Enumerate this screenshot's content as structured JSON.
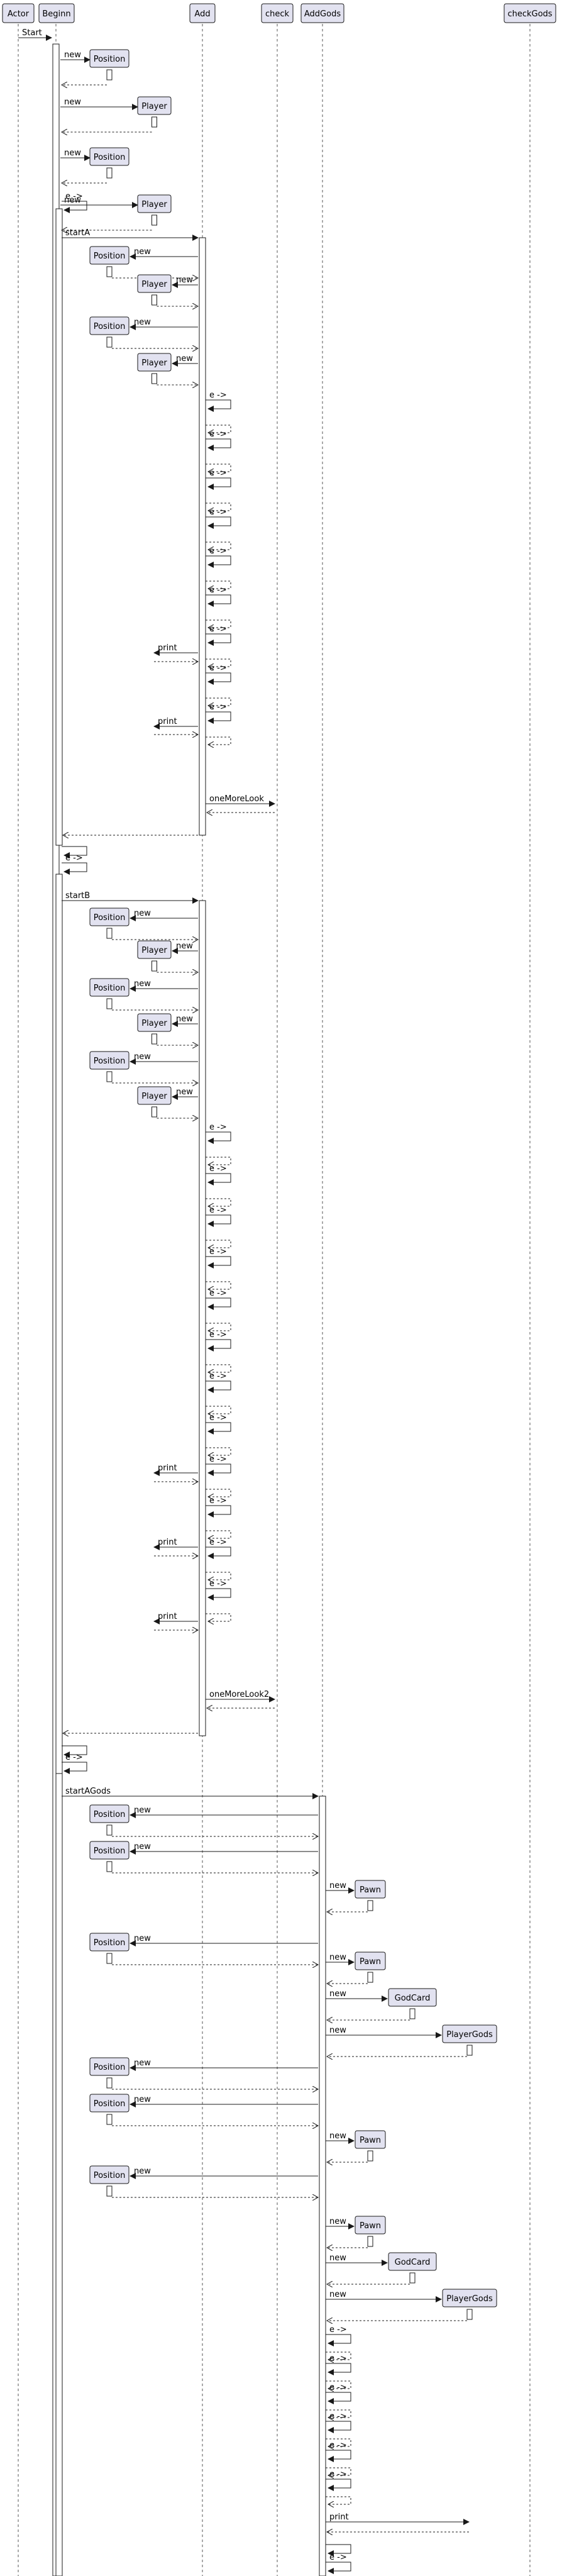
{
  "participants": [
    {
      "id": "actor",
      "label": "Actor"
    },
    {
      "id": "beginn",
      "label": "Beginn"
    },
    {
      "id": "add",
      "label": "Add"
    },
    {
      "id": "check",
      "label": "check"
    },
    {
      "id": "addgods",
      "label": "AddGods"
    },
    {
      "id": "checkgods",
      "label": "checkGods"
    }
  ],
  "lifeline_color": "#555555",
  "box_fill": "#e2e2f0",
  "box_stroke": "#181818",
  "messages": {
    "start": "Start",
    "new": "new",
    "self_arrow": "e ->",
    "startA": "startA",
    "startB": "startB",
    "startAGods": "startAGods",
    "print": "print",
    "oneMoreLook": "oneMoreLook",
    "oneMoreLook2": "oneMoreLook2"
  },
  "objects": {
    "position": "Position",
    "player": "Player",
    "pawn": "Pawn",
    "godcard": "GodCard",
    "playergods": "PlayerGods"
  }
}
